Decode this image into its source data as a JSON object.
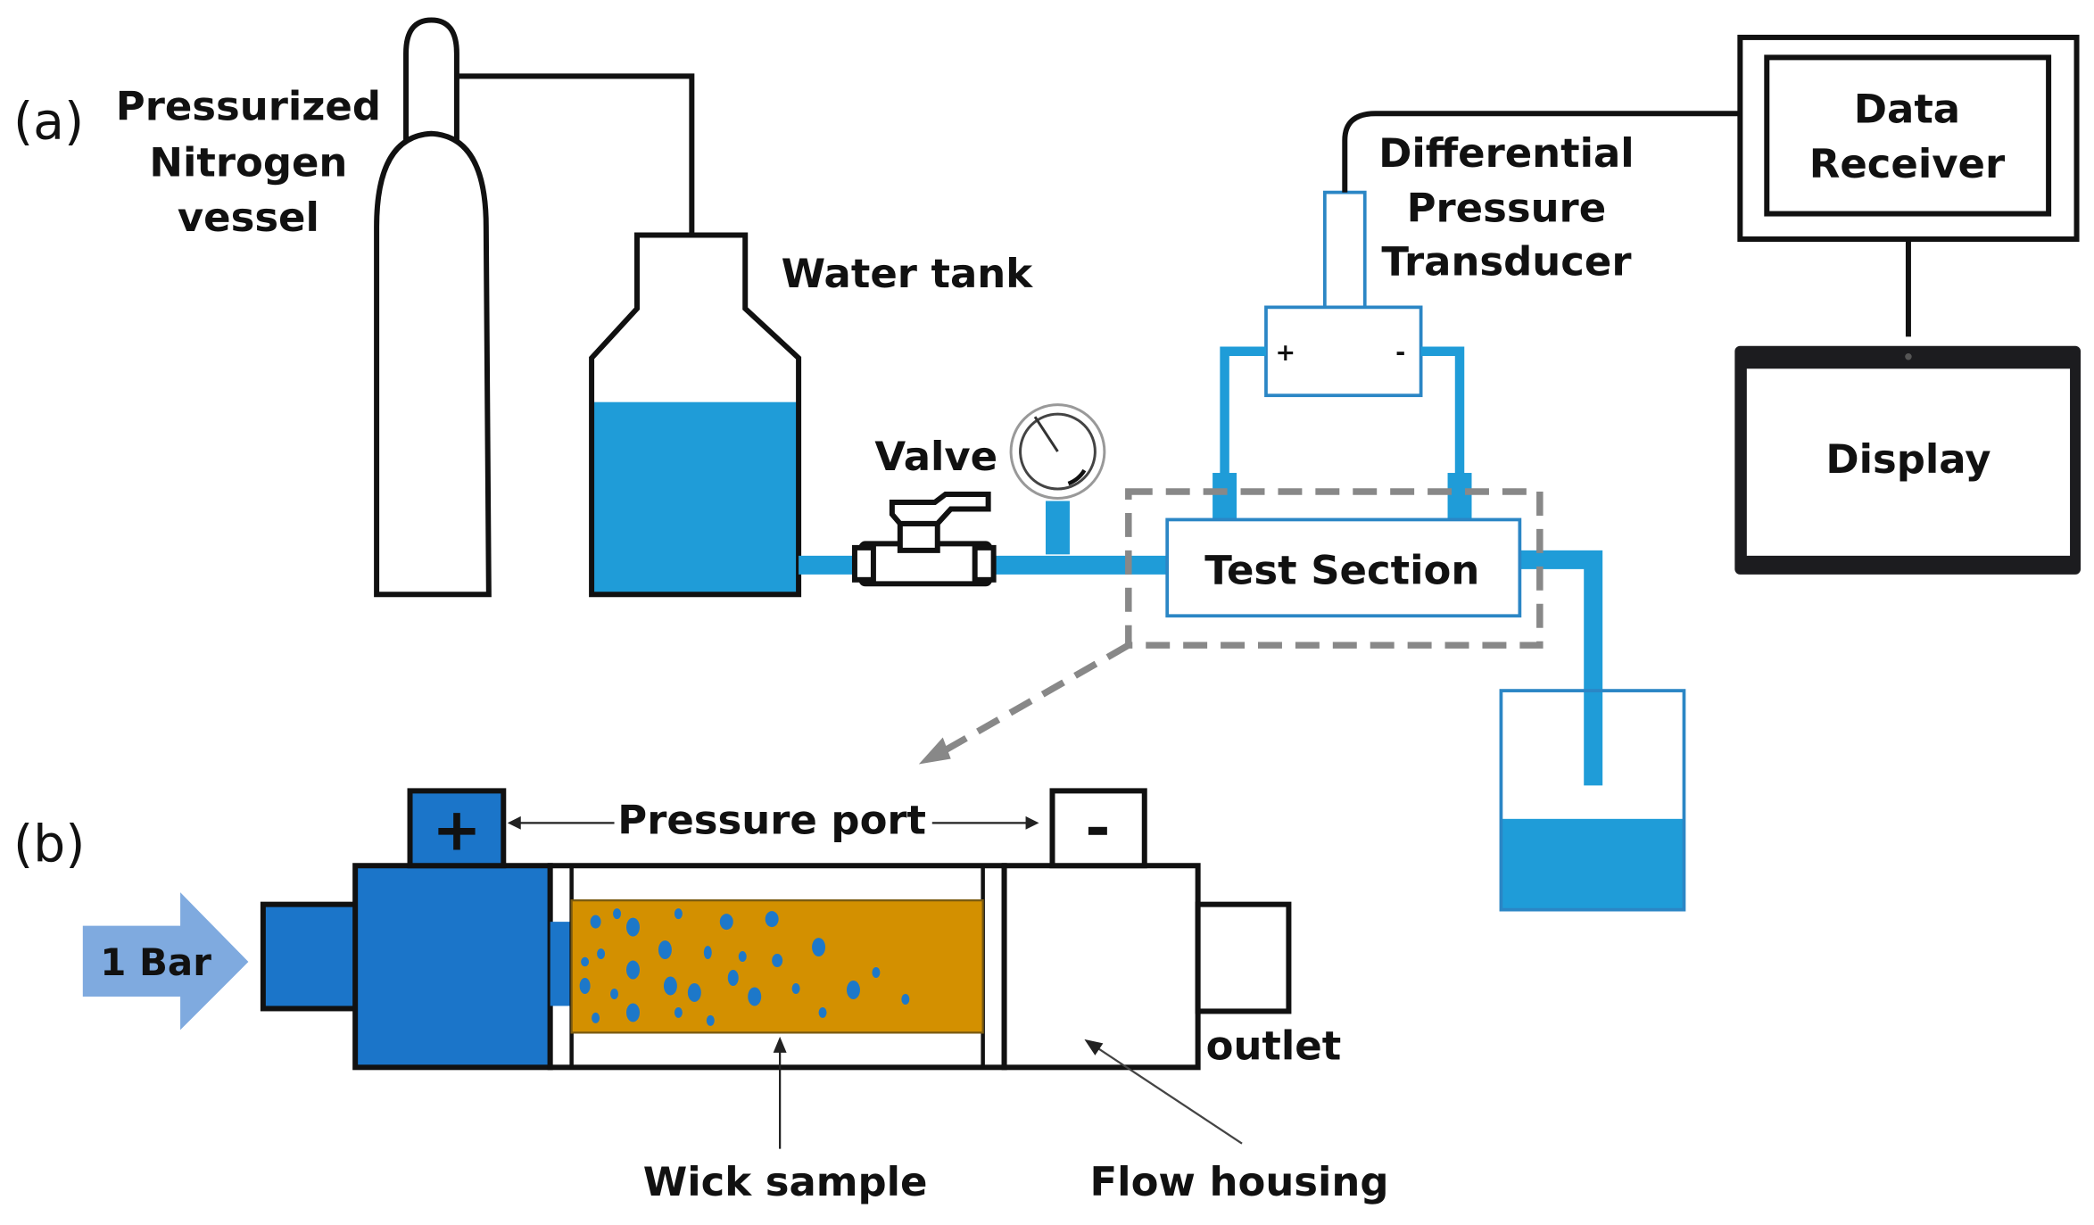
{
  "panels": {
    "a_label": "(a)",
    "b_label": "(b)"
  },
  "components": {
    "nitrogen_vessel": [
      "Pressurized",
      "Nitrogen",
      "vessel"
    ],
    "water_tank": "Water tank",
    "valve": "Valve",
    "transducer": [
      "Differential",
      "Pressure",
      "Transducer"
    ],
    "transducer_plus": "+",
    "transducer_minus": "-",
    "data_receiver": [
      "Data",
      "Receiver"
    ],
    "display": "Display",
    "test_section": "Test Section"
  },
  "detail": {
    "inlet_pressure": "1 Bar",
    "pressure_port": "Pressure port",
    "port_plus": "+",
    "port_minus": "-",
    "outlet": "outlet",
    "wick_sample": "Wick sample",
    "flow_housing": "Flow housing"
  },
  "colors": {
    "water": "#1f9cd8",
    "housing_blue": "#1b75c9",
    "wick": "#d39000",
    "arrow": "#7faadf",
    "dashed_outline": "#888888"
  }
}
